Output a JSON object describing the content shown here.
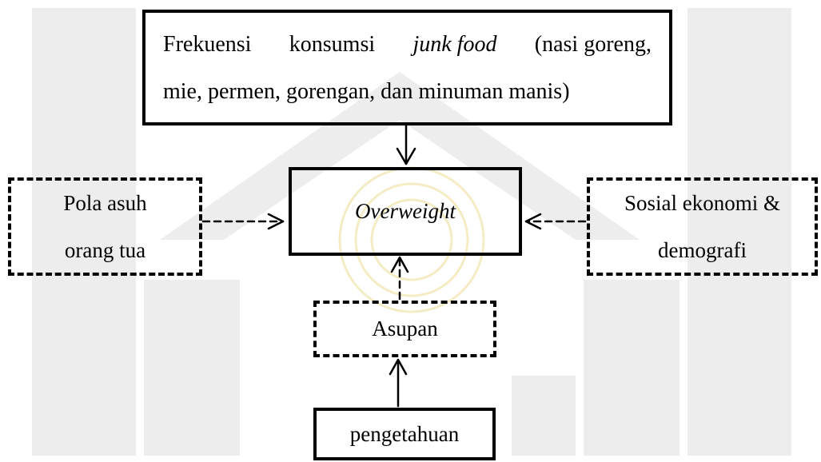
{
  "diagram": {
    "top_box": {
      "line1_words": [
        "Frekuensi",
        "konsumsi"
      ],
      "line1_italic": "junk food",
      "line1_rest": "(nasi goreng,",
      "line2": "mie, permen, gorengan, dan minuman manis)"
    },
    "center_box": {
      "label": "Overweight"
    },
    "left_box": {
      "line1": "Pola asuh",
      "line2": "orang tua"
    },
    "right_box": {
      "line1": "Sosial ekonomi &",
      "line2": "demografi"
    },
    "middle_box": {
      "label": "Asupan"
    },
    "bottom_box": {
      "label": "pengetahuan"
    }
  },
  "colors": {
    "line": "#000000",
    "watermark": "#ededed",
    "watermark_center": "#f4ecc4"
  }
}
